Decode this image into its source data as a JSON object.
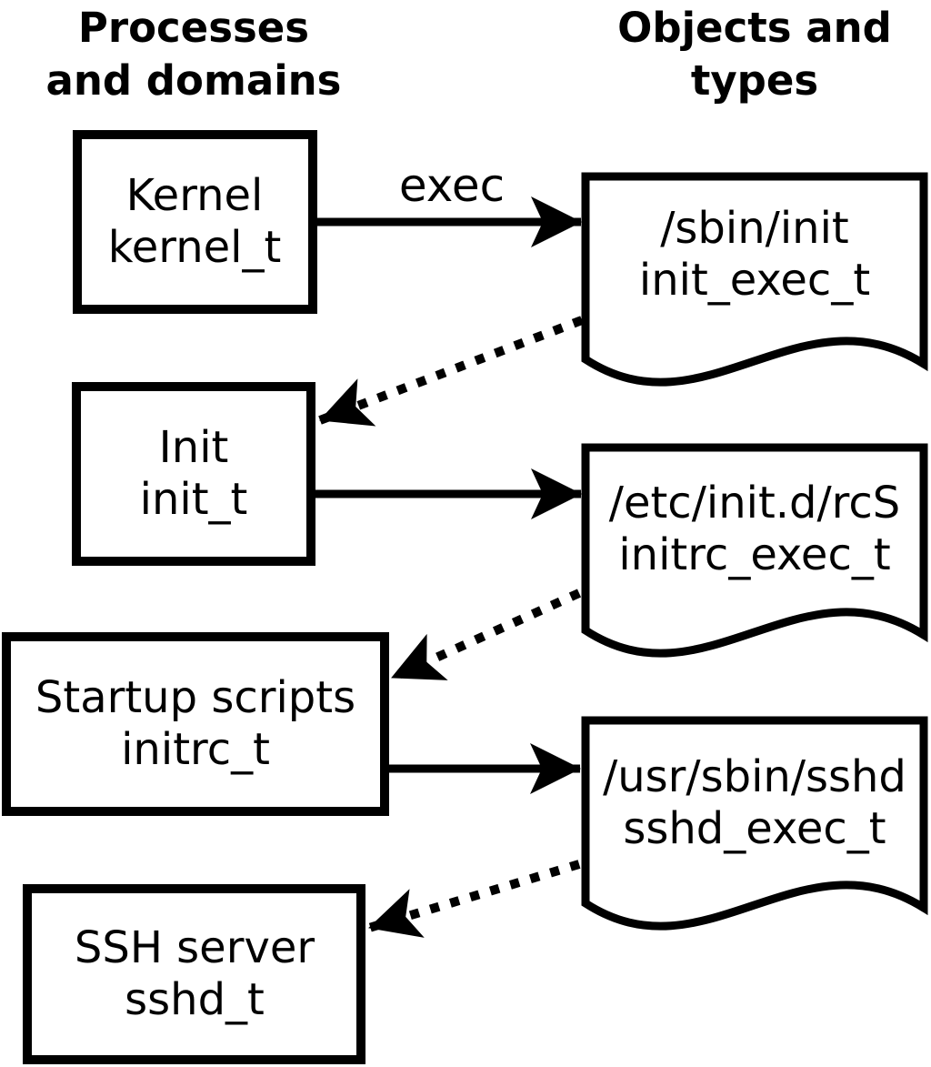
{
  "diagram": {
    "left_column_header": {
      "line1": "Processes",
      "line2": "and domains"
    },
    "right_column_header": {
      "line1": "Objects and",
      "line2": "types"
    },
    "processes": [
      {
        "name": "Kernel",
        "domain": "kernel_t"
      },
      {
        "name": "Init",
        "domain": "init_t"
      },
      {
        "name": "Startup scripts",
        "domain": "initrc_t"
      },
      {
        "name": "SSH server",
        "domain": "sshd_t"
      }
    ],
    "objects": [
      {
        "file": "/sbin/init",
        "type": "init_exec_t"
      },
      {
        "file": "/etc/init.d/rcS",
        "type": "initrc_exec_t"
      },
      {
        "file": "/usr/sbin/sshd",
        "type": "sshd_exec_t"
      }
    ],
    "arrow_label": "exec",
    "colors": {
      "ink": "#000000",
      "paper": "#ffffff"
    }
  }
}
